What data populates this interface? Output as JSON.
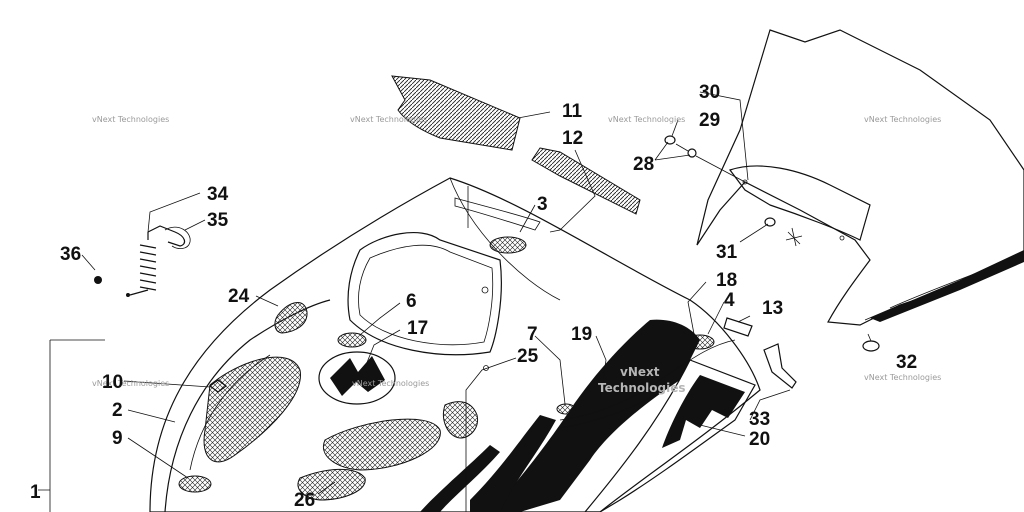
{
  "callouts": {
    "c1": "1",
    "c2": "2",
    "c3": "3",
    "c4": "4",
    "c6": "6",
    "c7": "7",
    "c9": "9",
    "c10": "10",
    "c11": "11",
    "c12": "12",
    "c13": "13",
    "c17": "17",
    "c18": "18",
    "c19": "19",
    "c20": "20",
    "c24": "24",
    "c25": "25",
    "c26": "26",
    "c28": "28",
    "c29": "29",
    "c30": "30",
    "c31": "31",
    "c32": "32",
    "c33": "33",
    "c34": "34",
    "c35": "35",
    "c36": "36"
  },
  "watermark": {
    "text": "vNext Technologies",
    "big_line1": "vNext",
    "big_line2": "Technologies"
  }
}
